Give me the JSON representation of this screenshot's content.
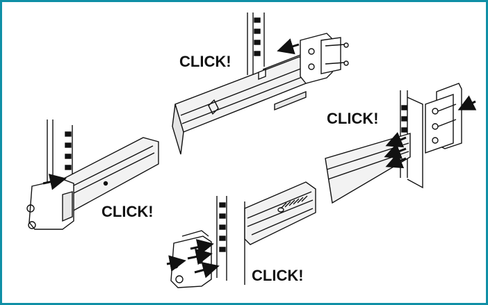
{
  "labels": {
    "click_top": "CLICK!",
    "click_right": "CLICK!",
    "click_left": "CLICK!",
    "click_bottom": "CLICK!"
  },
  "colors": {
    "border": "#0f8fa6",
    "line": "#111111",
    "rail_fill": "#f2f2f2"
  }
}
